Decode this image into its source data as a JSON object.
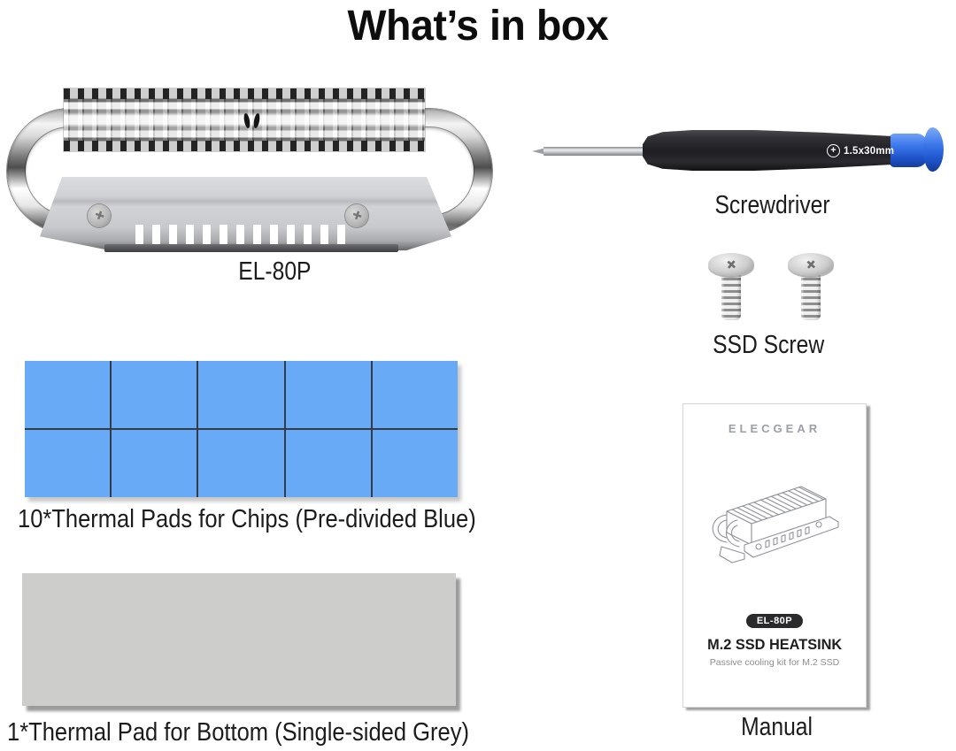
{
  "page": {
    "title": "What’s in box",
    "background": "#ffffff"
  },
  "heatsink": {
    "label": "EL-80P"
  },
  "screwdriver": {
    "label": "Screwdriver",
    "size_text": "1.5x30mm",
    "icon": "phillips-circle-icon",
    "handle_color": "#26262a",
    "cap_color": "#3a76ea"
  },
  "screws": {
    "label": "SSD Screw",
    "count": 2
  },
  "pads_blue": {
    "label": "10*Thermal Pads for Chips (Pre-divided Blue)",
    "count": 10,
    "rows": 2,
    "cols": 5,
    "color": "#69aaf7",
    "divider_color": "#333b46"
  },
  "pad_grey": {
    "label": "1*Thermal Pad for Bottom (Single-sided Grey)",
    "count": 1,
    "color": "#cdcdcb"
  },
  "manual": {
    "label": "Manual",
    "brand": "ELECGEAR",
    "badge": "EL-80P",
    "title": "M.2 SSD HEATSINK",
    "subtitle": "Passive cooling kit for M.2 SSD"
  }
}
